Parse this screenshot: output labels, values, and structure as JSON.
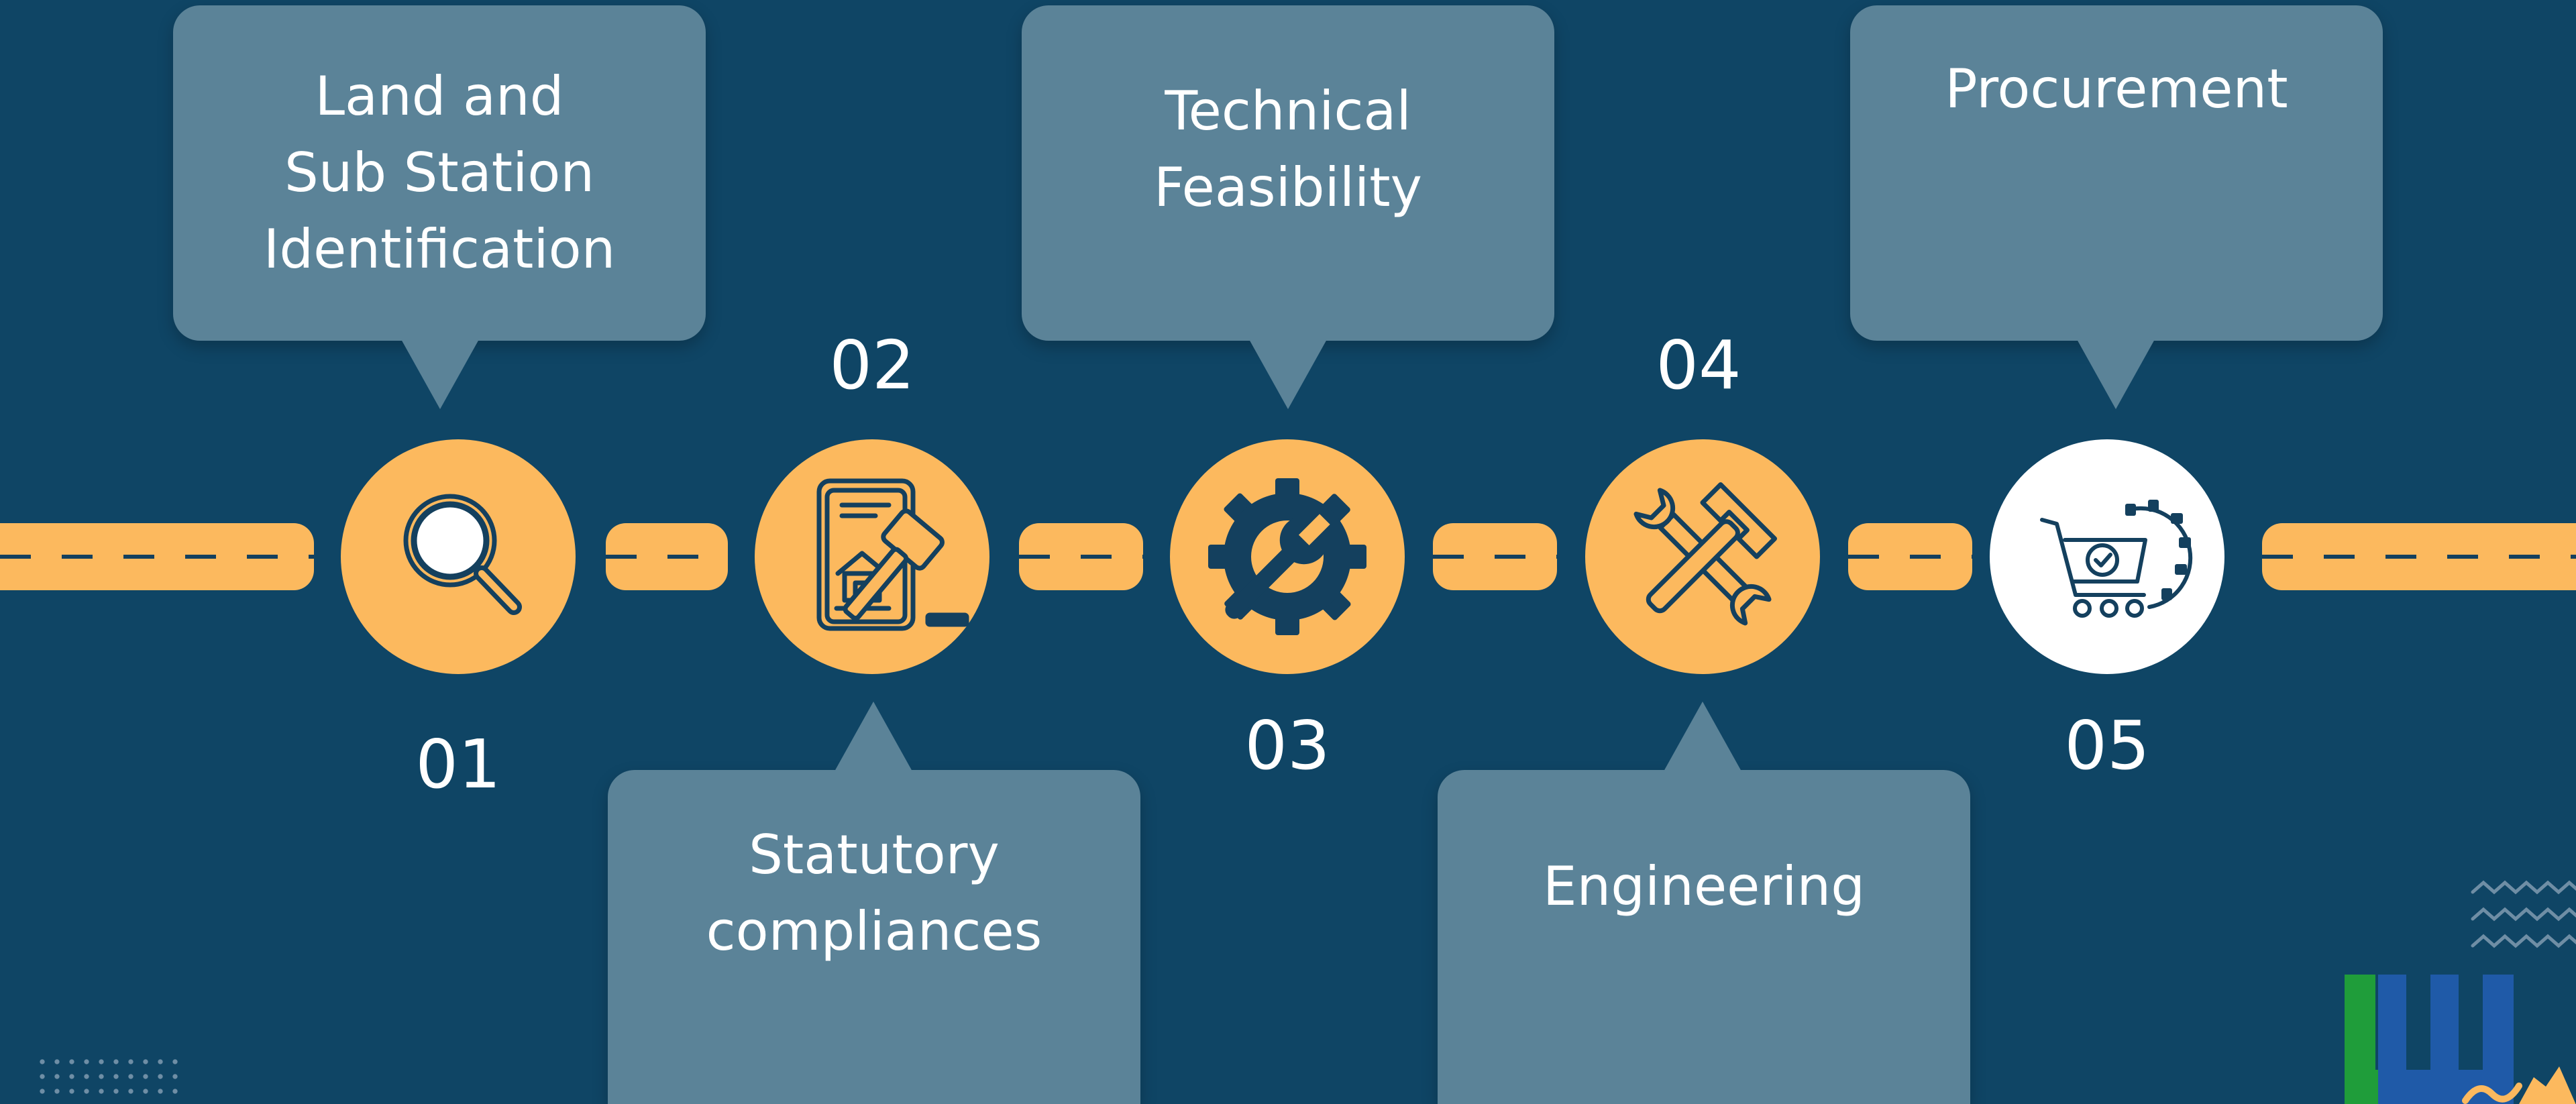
{
  "steps": [
    {
      "number": "01",
      "label": "Land and\nSub Station\nIdentification",
      "icon": "magnifier-icon"
    },
    {
      "number": "02",
      "label": "Statutory\ncompliances",
      "icon": "law-book-gavel-icon"
    },
    {
      "number": "03",
      "label": "Technical\nFeasibility",
      "icon": "gear-wrench-icon"
    },
    {
      "number": "04",
      "label": "Engineering",
      "icon": "hammer-wrench-icon"
    },
    {
      "number": "05",
      "label": "Procurement",
      "icon": "cart-gear-icon"
    }
  ],
  "colors": {
    "background": "#0f4565",
    "road": "#fcb95e",
    "bubble": "#5b8398",
    "text": "#ffffff",
    "icon_stroke": "#14405e",
    "logo_green": "#1f9d3a",
    "logo_blue": "#1f5aa8"
  }
}
